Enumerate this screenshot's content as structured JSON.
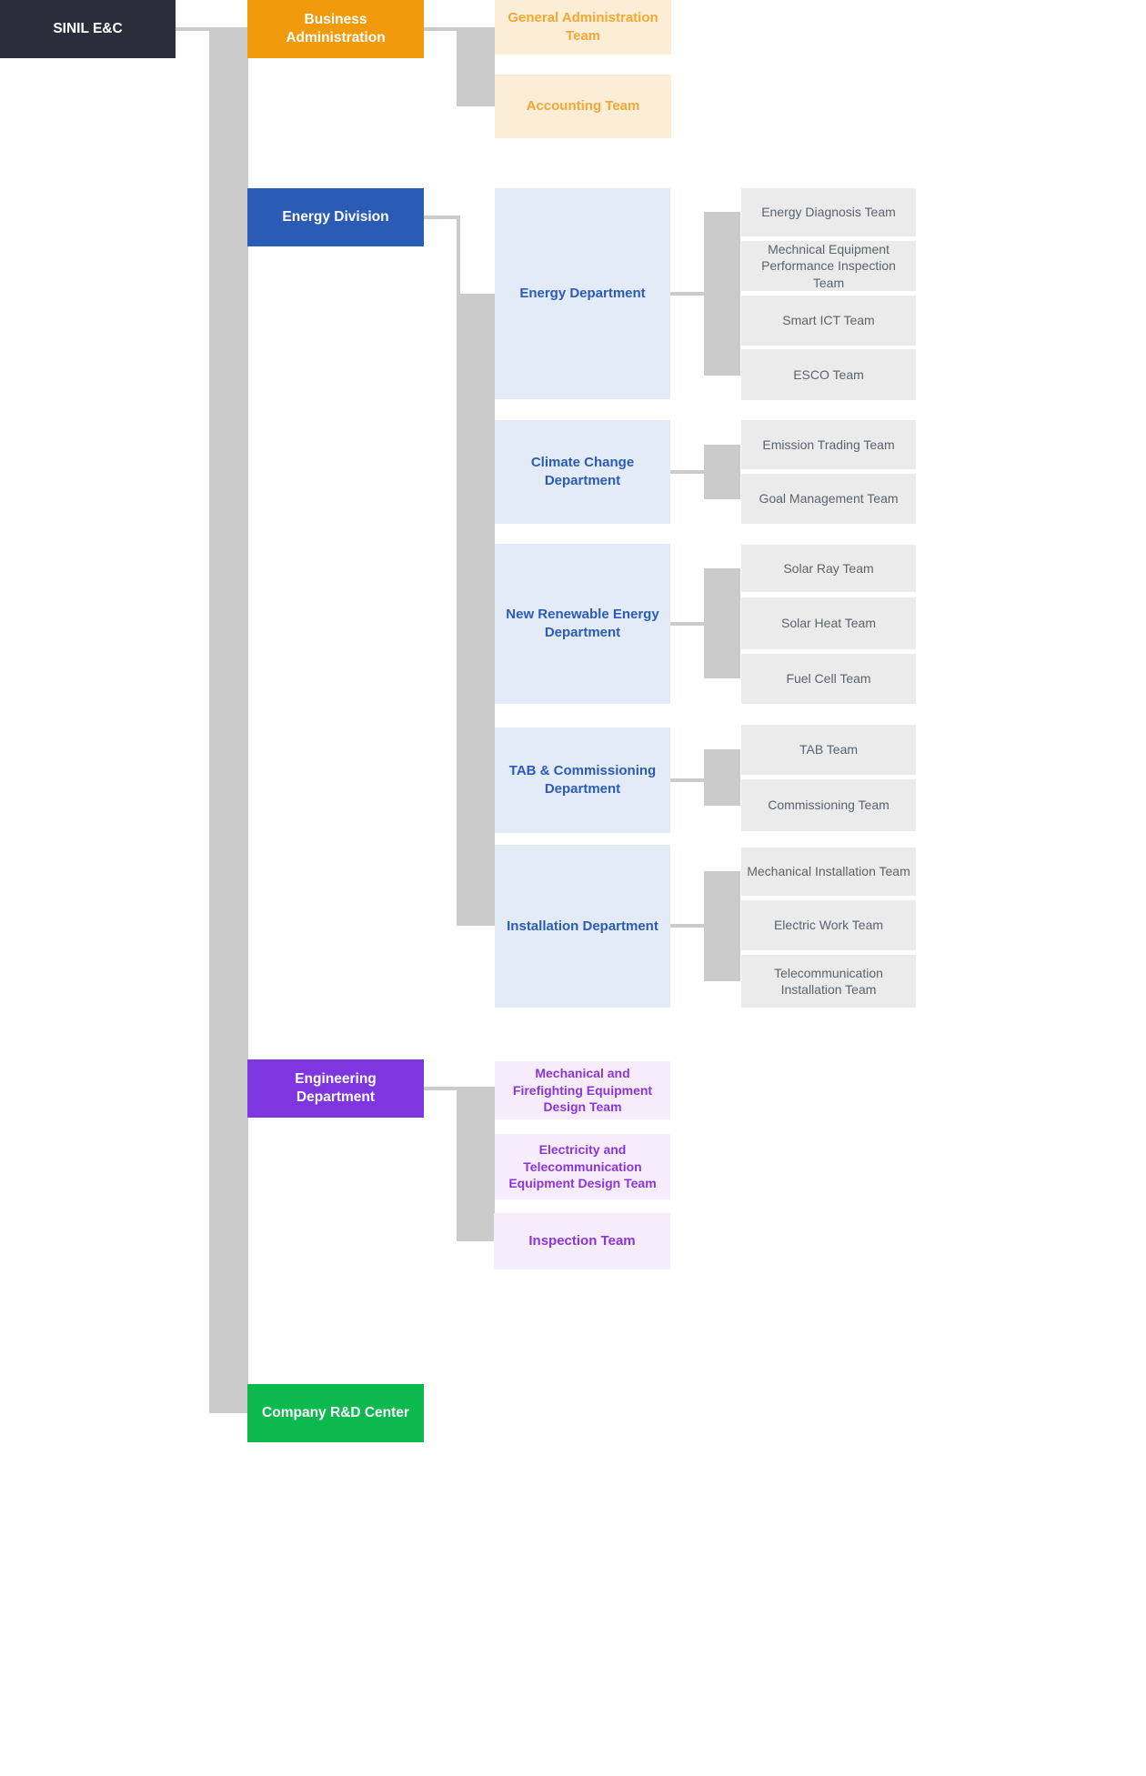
{
  "colors": {
    "root_bg": "#2A2E3A",
    "business_admin_bg": "#F09A0C",
    "business_admin_team_bg": "#FCEED6",
    "business_admin_team_text": "#F5A733",
    "energy_bg": "#2A5CB5",
    "energy_dept_bg": "#E4EBF8",
    "energy_dept_text": "#2A5CB5",
    "engineering_bg": "#7D36E0",
    "engineering_team_bg": "#F6ECFC",
    "engineering_team_text": "#8B35DB",
    "rnd_bg": "#0CB94E",
    "team_bg": "#EBEBEB",
    "team_text": "#5C636C",
    "connector": "#CBCBCB"
  },
  "org": {
    "root": {
      "label": "SINIL E&C"
    },
    "divisions": [
      {
        "label": "Business Administration",
        "teams": [
          {
            "label": "General Administration Team"
          },
          {
            "label": "Accounting Team"
          }
        ]
      },
      {
        "label": "Energy Division",
        "departments": [
          {
            "label": "Energy Department",
            "teams": [
              {
                "label": "Energy Diagnosis Team"
              },
              {
                "label": "Mechnical Equipment Performance Inspection Team"
              },
              {
                "label": "Smart ICT Team"
              },
              {
                "label": "ESCO Team"
              }
            ]
          },
          {
            "label": "Climate Change Department",
            "teams": [
              {
                "label": "Emission Trading Team"
              },
              {
                "label": "Goal Management Team"
              }
            ]
          },
          {
            "label": "New Renewable Energy Department",
            "teams": [
              {
                "label": "Solar Ray Team"
              },
              {
                "label": "Solar Heat Team"
              },
              {
                "label": "Fuel Cell Team"
              }
            ]
          },
          {
            "label": "TAB & Commissioning Department",
            "teams": [
              {
                "label": "TAB Team"
              },
              {
                "label": "Commissioning Team"
              }
            ]
          },
          {
            "label": "Installation Department",
            "teams": [
              {
                "label": "Mechanical Installation Team"
              },
              {
                "label": "Electric Work Team"
              },
              {
                "label": "Telecommunication Installation Team"
              }
            ]
          }
        ]
      },
      {
        "label": "Engineering Department",
        "teams": [
          {
            "label": "Mechanical and Firefighting Equipment Design Team"
          },
          {
            "label": "Electricity and Telecommunication Equipment Design Team"
          },
          {
            "label": "Inspection Team"
          }
        ]
      },
      {
        "label": "Company R&D Center"
      }
    ]
  }
}
